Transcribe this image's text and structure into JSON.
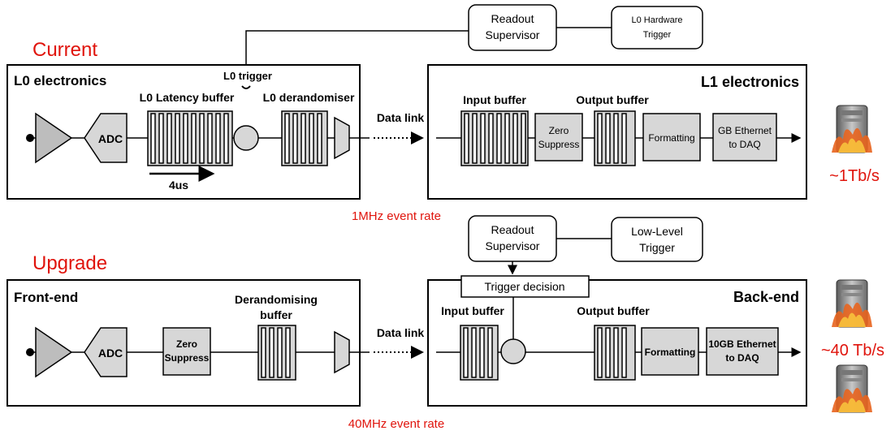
{
  "current": {
    "heading": "Current",
    "readout_supervisor": [
      "Readout",
      "Supervisor"
    ],
    "hw_trigger": [
      "L0 Hardware",
      "Trigger"
    ],
    "l0_box": {
      "title": "L0 electronics",
      "adc": "ADC",
      "latency_buffer": "L0 Latency buffer",
      "latency": "4us",
      "trigger": "L0 trigger",
      "derandomiser": "L0 derandomiser"
    },
    "data_link": "Data link",
    "l1_box": {
      "title": "L1 electronics",
      "input_buffer": "Input buffer",
      "output_buffer": "Output buffer",
      "zero_suppress": [
        "Zero",
        "Suppress"
      ],
      "formatting": "Formatting",
      "ethernet": [
        "GB Ethernet",
        "to DAQ"
      ]
    },
    "event_rate": "1MHz event rate",
    "throughput": "~1Tb/s"
  },
  "upgrade": {
    "heading": "Upgrade",
    "readout_supervisor": [
      "Readout",
      "Supervisor"
    ],
    "low_level_trigger": [
      "Low-Level",
      "Trigger"
    ],
    "trigger_decision": "Trigger decision",
    "front_end": {
      "title": "Front-end",
      "adc": "ADC",
      "zero_suppress": [
        "Zero",
        "Suppress"
      ],
      "derandomising_buffer": [
        "Derandomising",
        "buffer"
      ]
    },
    "data_link": "Data link",
    "back_end": {
      "title": "Back-end",
      "input_buffer": "Input buffer",
      "output_buffer": "Output buffer",
      "formatting": "Formatting",
      "ethernet": [
        "10GB Ethernet",
        "to DAQ"
      ]
    },
    "event_rate": "40MHz event rate",
    "throughput": "~40 Tb/s"
  },
  "colors": {
    "accent_red": "#e0140c",
    "block_fill": "#d7d7d7",
    "server_flame": "#e8641e"
  },
  "icons": [
    "server-icon",
    "amplifier-icon",
    "adc-icon",
    "multiplexer-icon"
  ]
}
